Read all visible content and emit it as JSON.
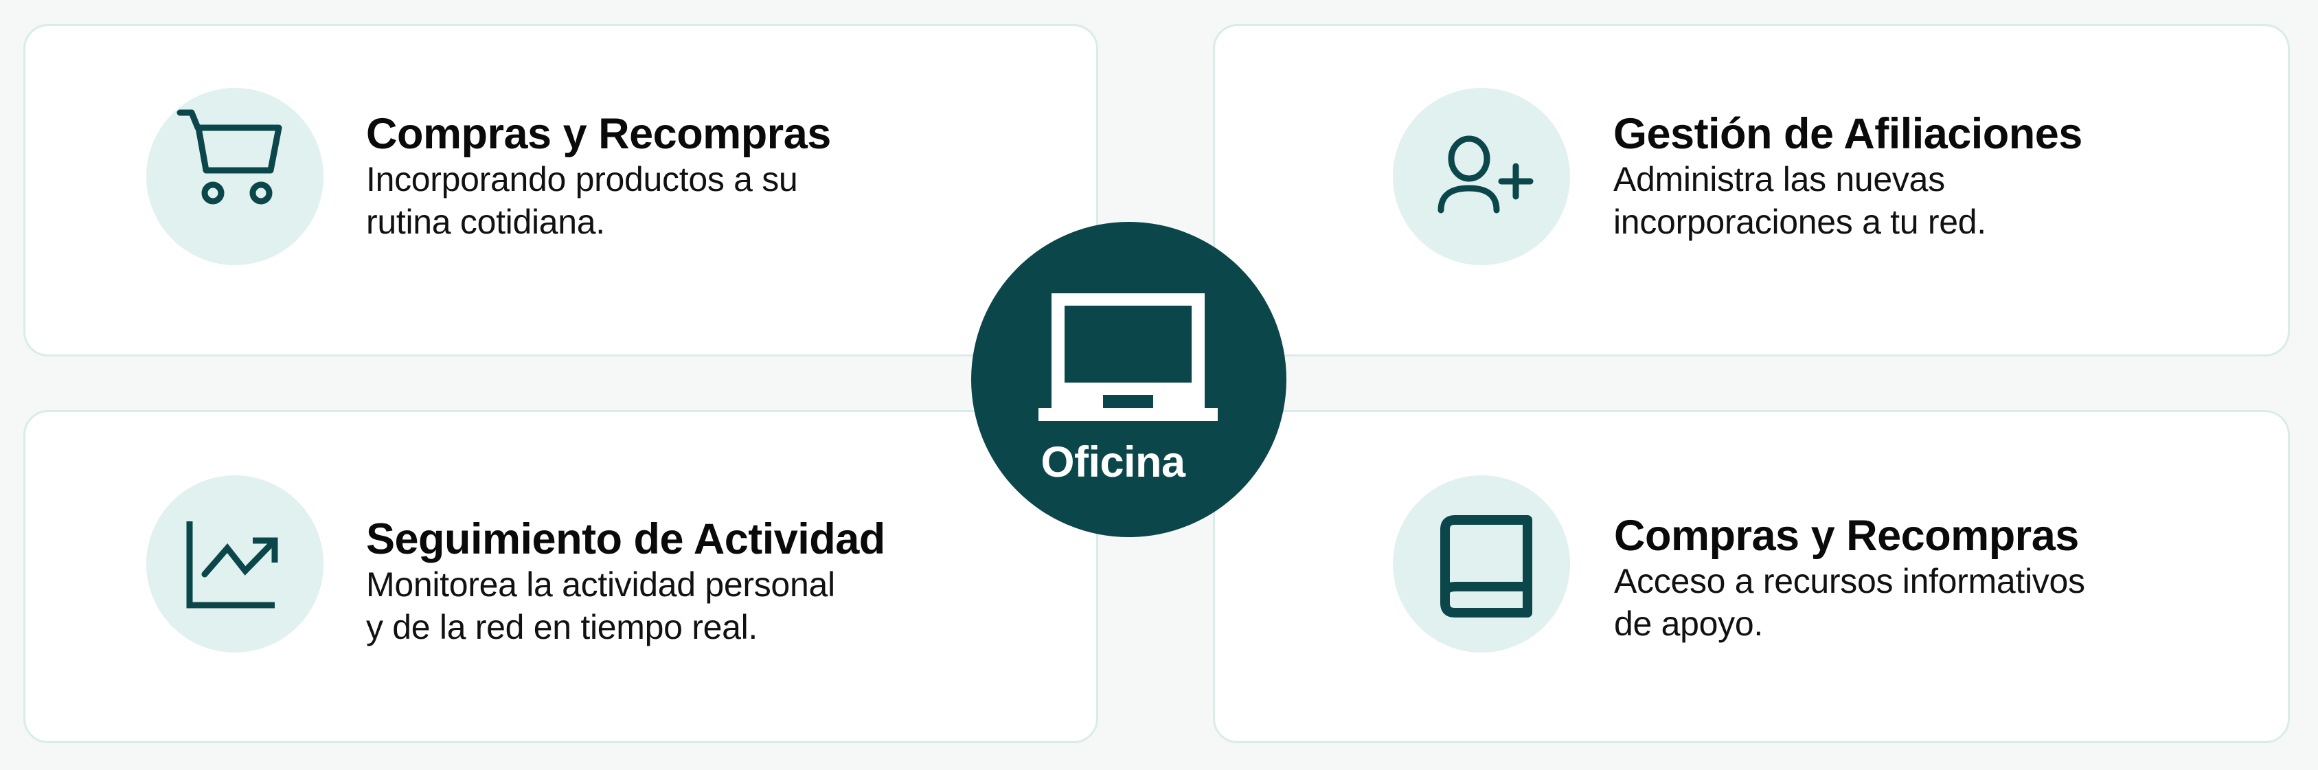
{
  "colors": {
    "background": "#f5f8f7",
    "card_background": "#ffffff",
    "card_border": "#d9ecea",
    "icon_circle": "#e0f1ef",
    "accent_dark": "#0b464a",
    "text": "#0a0a0a",
    "hub_text": "#ffffff"
  },
  "hub": {
    "icon": "laptop-icon",
    "label": "Oficina"
  },
  "cards": [
    {
      "position": "top-left",
      "icon": "shopping-cart-icon",
      "title": "Compras y Recompras",
      "description_lines": [
        "Incorporando productos a su",
        "rutina cotidiana."
      ]
    },
    {
      "position": "top-right",
      "icon": "user-plus-icon",
      "title": "Gestión de Afiliaciones",
      "description_lines": [
        "Administra las nuevas",
        "incorporaciones a tu red."
      ]
    },
    {
      "position": "bottom-left",
      "icon": "trending-chart-icon",
      "title": "Seguimiento de Actividad",
      "description_lines": [
        "Monitorea la actividad personal",
        "y de la red en tiempo real."
      ]
    },
    {
      "position": "bottom-right",
      "icon": "book-icon",
      "title": "Compras y Recompras",
      "description_lines": [
        "Acceso a recursos informativos",
        "de apoyo."
      ]
    }
  ]
}
